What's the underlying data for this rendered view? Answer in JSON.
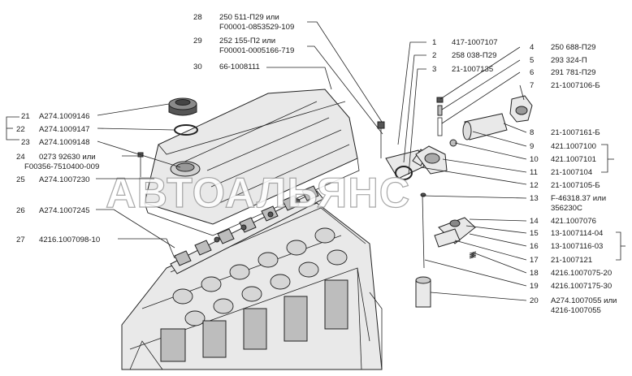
{
  "callouts": [
    {
      "num": "28",
      "code": "250 511-П29 или",
      "code2": "F00001-0853529-109"
    },
    {
      "num": "29",
      "code": "252 155-П2 или",
      "code2": "F00001-0005166-719"
    },
    {
      "num": "30",
      "code": "66-1008111"
    },
    {
      "num": "1",
      "code": "417-1007107"
    },
    {
      "num": "2",
      "code": "258 038-П29"
    },
    {
      "num": "3",
      "code": "21-1007135"
    },
    {
      "num": "4",
      "code": "250 688-П29"
    },
    {
      "num": "5",
      "code": "293 324-П"
    },
    {
      "num": "6",
      "code": "291 781-П29"
    },
    {
      "num": "7",
      "code": "21-1007106-Б"
    },
    {
      "num": "8",
      "code": "21-1007161-Б"
    },
    {
      "num": "9",
      "code": "421.1007100"
    },
    {
      "num": "10",
      "code": "421.1007101"
    },
    {
      "num": "11",
      "code": "21-1007104"
    },
    {
      "num": "12",
      "code": "21-1007105-Б"
    },
    {
      "num": "13",
      "code": "F-46318.37 или",
      "code2": "356230С"
    },
    {
      "num": "14",
      "code": "421.1007076"
    },
    {
      "num": "15",
      "code": "13-1007114-04"
    },
    {
      "num": "16",
      "code": "13-1007116-03"
    },
    {
      "num": "17",
      "code": "21-1007121"
    },
    {
      "num": "18",
      "code": "4216.1007075-20"
    },
    {
      "num": "19",
      "code": "4216.1007175-30"
    },
    {
      "num": "20",
      "code": "А274.1007055 или",
      "code2": "4216-1007055"
    },
    {
      "num": "21",
      "code": "А274.1009146"
    },
    {
      "num": "22",
      "code": "А274.1009147"
    },
    {
      "num": "23",
      "code": "А274.1009148"
    },
    {
      "num": "24",
      "code": "0273 92630 или",
      "code2": "F00356-7510400-009"
    },
    {
      "num": "25",
      "code": "А274.1007230"
    },
    {
      "num": "26",
      "code": "А274.1007245"
    },
    {
      "num": "27",
      "code": "4216.1007098-10"
    }
  ],
  "watermark": "АВТОАЛЬЯНС"
}
